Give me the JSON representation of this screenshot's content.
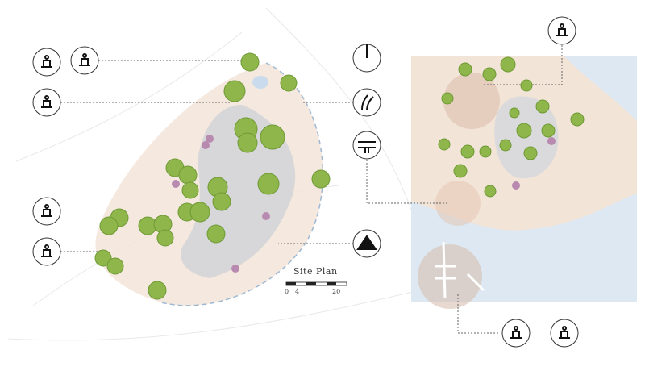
{
  "title": "Site Plan",
  "scale": {
    "ticks": [
      "0",
      "4",
      "20"
    ]
  },
  "icons": {
    "left": [
      "bench-icon",
      "tree-weather-icon",
      "lounging-icon",
      "reading-icon",
      "performer-icon"
    ],
    "center": [
      "north-arrow-icon",
      "grass-icon",
      "spring-icon",
      "tent-icon"
    ],
    "right": [
      "parking-icon",
      "screen-icon",
      "boat-icon"
    ]
  },
  "colors": {
    "ground": "#f3e4d8",
    "water": "#dde8f2",
    "tree": "#8fb64a",
    "paving": "#d7d7d9",
    "flower": "#b88ab0"
  }
}
